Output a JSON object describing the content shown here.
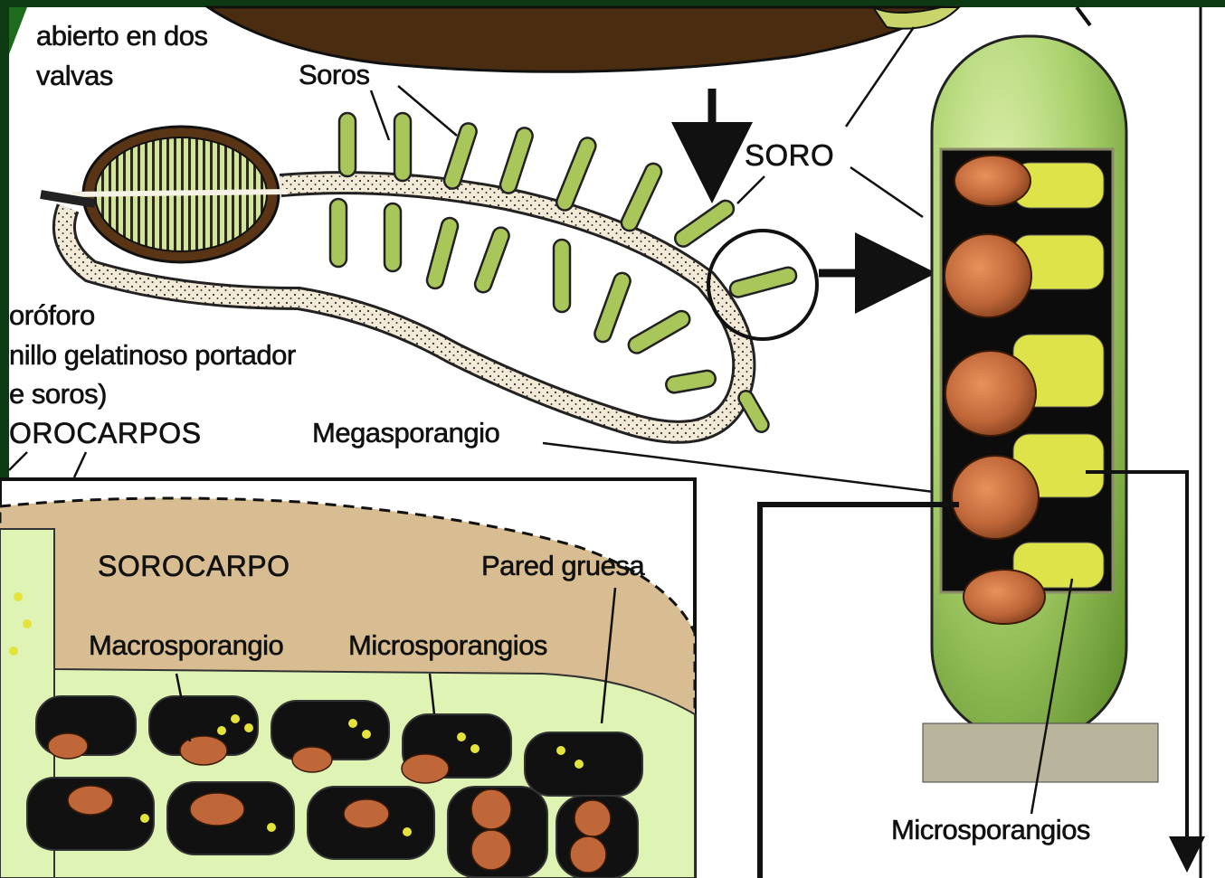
{
  "labels": {
    "abierto_line1": "abierto en dos",
    "abierto_line2": "valvas",
    "soros": "Soros",
    "soro": "SORO",
    "esporoforo": "oróforo",
    "anillo_line1": "nillo gelatinoso portador",
    "anillo_line2": "e soros)",
    "esporocarpos": "OROCARPOS",
    "megasporangio": "Megasporangio",
    "sorocarpo": "SOROCARPO",
    "pared_gruesa": "Pared gruesa",
    "macrosporangio": "Macrosporangio",
    "microsporangios_inset": "Microsporangios",
    "microsporangios_soro": "Microsporangios"
  },
  "colors": {
    "frame": "#0d3a12",
    "paper": "#ffffff",
    "green_soro": "#a8d06a",
    "dark_green": "#3e6b1e",
    "tan": "#d8bd92",
    "megaspore": "#c0673a",
    "microspore": "#e4e33c",
    "pale_green": "#dff3b5",
    "sporocarp_brown": "#4a2c10"
  }
}
